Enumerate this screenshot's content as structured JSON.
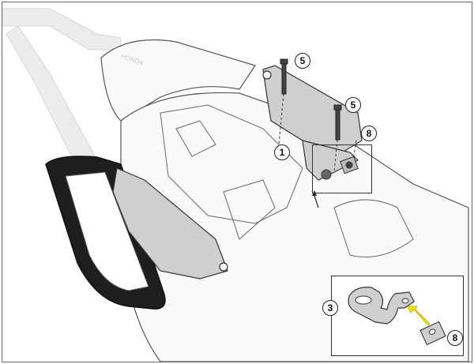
{
  "diagram": {
    "type": "assembly-instruction",
    "subject": "motorcycle rear rack / grab-handle mounting",
    "brand_text_on_seat_cowl": "HONDA",
    "callouts": [
      {
        "id": "c5a",
        "label": "5",
        "part": "bolt (upper-left)"
      },
      {
        "id": "c5b",
        "label": "5",
        "part": "bolt (right)"
      },
      {
        "id": "c8a",
        "label": "8",
        "part": "clip nut"
      },
      {
        "id": "c1",
        "label": "1",
        "part": "mounting plate"
      },
      {
        "id": "c3",
        "label": "3",
        "part": "bracket (inset)"
      },
      {
        "id": "c8b",
        "label": "8",
        "part": "clip nut (inset)"
      }
    ],
    "inset": {
      "description": "detail: clip nut 8 slides onto bracket 3",
      "arrow_color": "#f2e600"
    },
    "colors": {
      "line": "#333333",
      "part_fill": "#c8c8c8",
      "handle_fill": "#1e1e1e",
      "ghost_frame": "#e2e2e2"
    }
  }
}
